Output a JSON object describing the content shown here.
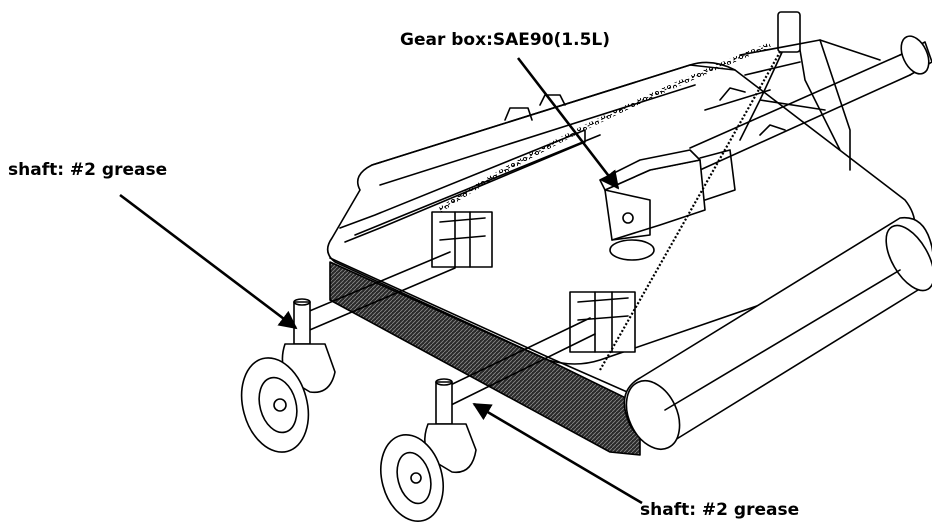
{
  "annotations": {
    "gearbox": "Gear box:SAE90(1.5L)",
    "shaft_left": "shaft: #2 grease",
    "shaft_right": "shaft: #2 grease"
  },
  "colors": {
    "line": "#000000",
    "background": "#ffffff",
    "brush": "#1e1e1e"
  }
}
